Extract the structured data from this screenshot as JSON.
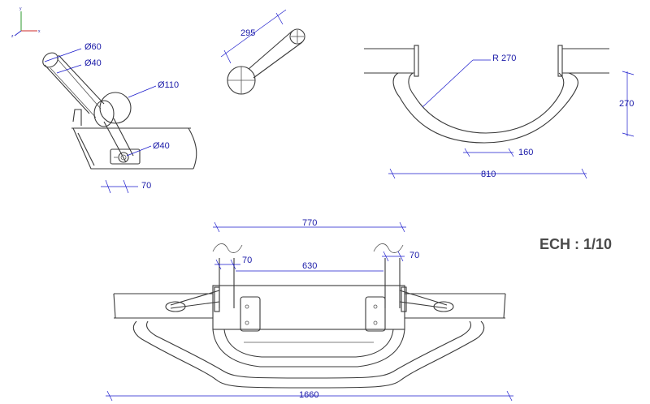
{
  "drawing": {
    "scale_label": "ECH : 1/10",
    "triad_axes": [
      "x",
      "y",
      "z"
    ],
    "colors": {
      "geometry": "#3a3a3a",
      "dimension": "#1a1acc",
      "background": "#ffffff"
    },
    "dimensions": {
      "tube_outer_dia": "Ø60",
      "tube_inner_dia": "Ø40",
      "hub_dia": "Ø110",
      "pin_dia": "Ø40",
      "offset_small": "70",
      "arm_length": "295",
      "bend_radius": "R 270",
      "bend_height": "270",
      "center_width": "160",
      "overall_width_top": "810",
      "mount_spacing_outer": "770",
      "mount_spacing_inner": "630",
      "mount_offset_left": "70",
      "mount_offset_right": "70",
      "overall_width_bottom": "1660"
    }
  }
}
